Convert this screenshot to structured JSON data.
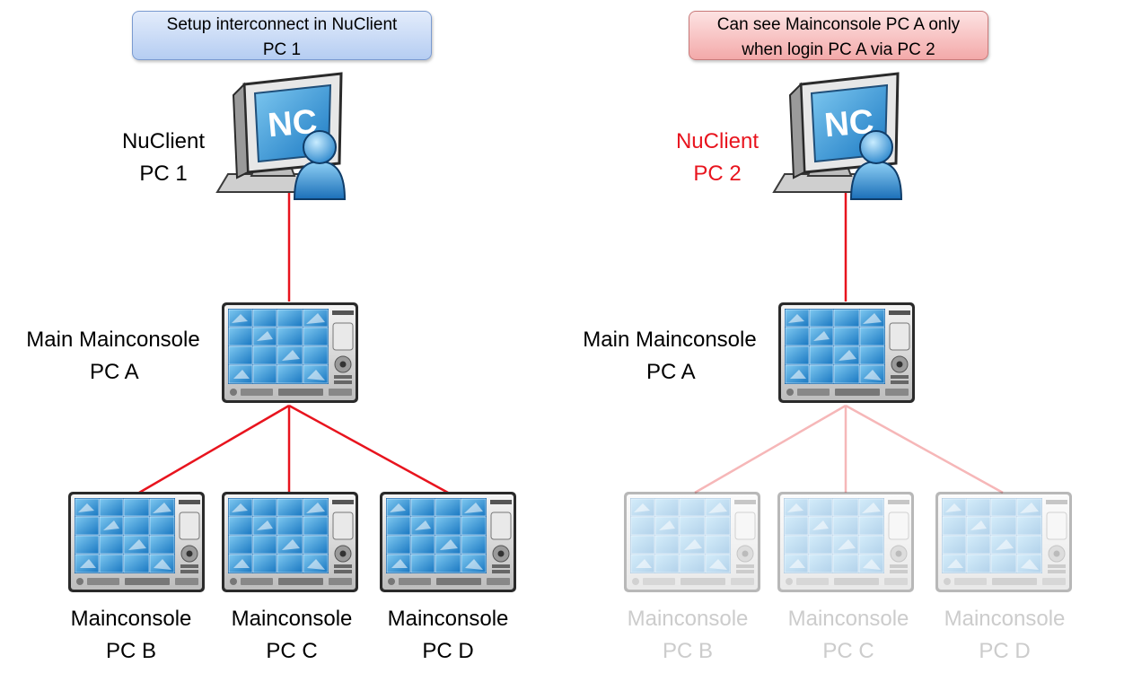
{
  "colors": {
    "link": "#e8141e",
    "link_faded": "#f6b7b8",
    "highlight_text": "#e8141e",
    "faded_text": "#cccccc"
  },
  "callouts": {
    "left": {
      "line1": "Setup interconnect in NuClient",
      "line2": "PC 1"
    },
    "right": {
      "line1": "Can see Mainconsole PC A only",
      "line2": "when login PC A via PC 2"
    }
  },
  "left": {
    "client": {
      "icon": "nuclient-computer-user-icon",
      "screen_text": "NC",
      "line1": "NuClient",
      "line2": "PC 1"
    },
    "main": {
      "icon": "mainconsole-icon",
      "line1": "Main Mainconsole",
      "line2": "PC A"
    },
    "subs": [
      {
        "icon": "mainconsole-icon",
        "line1": "Mainconsole",
        "line2": "PC B"
      },
      {
        "icon": "mainconsole-icon",
        "line1": "Mainconsole",
        "line2": "PC C"
      },
      {
        "icon": "mainconsole-icon",
        "line1": "Mainconsole",
        "line2": "PC D"
      }
    ]
  },
  "right": {
    "client": {
      "icon": "nuclient-computer-user-icon",
      "screen_text": "NC",
      "line1": "NuClient",
      "line2": "PC 2"
    },
    "main": {
      "icon": "mainconsole-icon",
      "line1": "Main Mainconsole",
      "line2": "PC A"
    },
    "subs": [
      {
        "icon": "mainconsole-icon",
        "line1": "Mainconsole",
        "line2": "PC B",
        "faded": true
      },
      {
        "icon": "mainconsole-icon",
        "line1": "Mainconsole",
        "line2": "PC C",
        "faded": true
      },
      {
        "icon": "mainconsole-icon",
        "line1": "Mainconsole",
        "line2": "PC D",
        "faded": true
      }
    ]
  }
}
